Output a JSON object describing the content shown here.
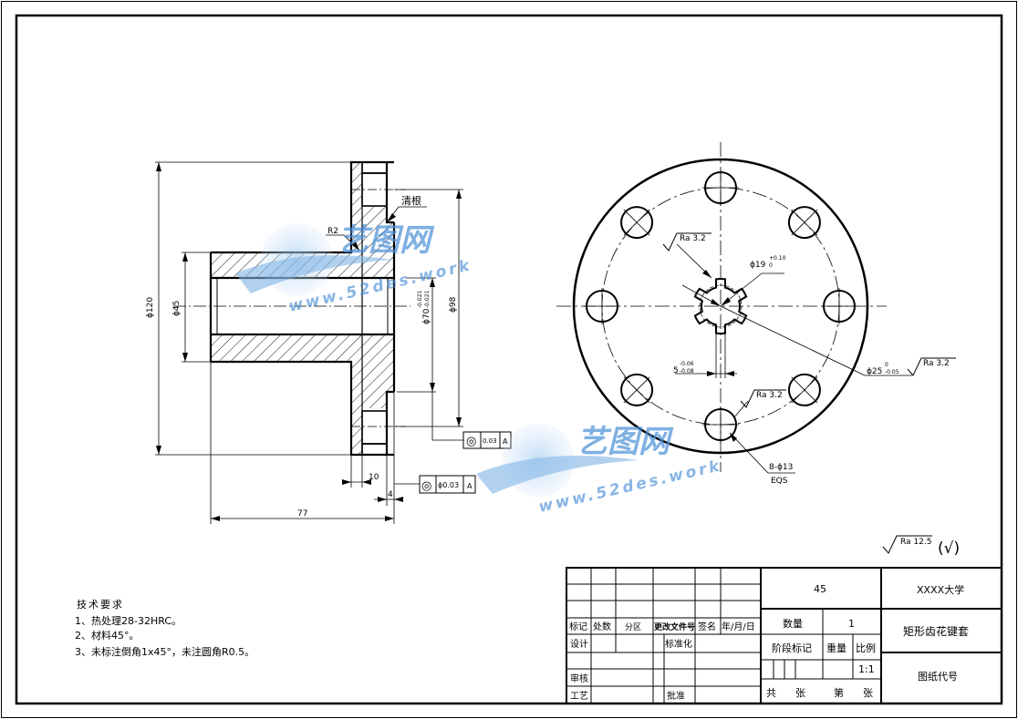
{
  "drawing": {
    "side_view": {
      "dia_outer": "ϕ120",
      "dia_bore": "ϕ45",
      "dia_pilot": "ϕ70",
      "dia_pilot_tol_upper": "-0.021",
      "dia_pilot_tol_lower": "-0.021",
      "dia_bolt_circle": "ϕ98",
      "weld_note": "清根",
      "radius": "R2",
      "len_total": "77",
      "len_flange": "10",
      "len_step": "4",
      "fcf1": {
        "symbol": "◎",
        "value": "0.03",
        "datum": "A"
      },
      "fcf2": {
        "symbol": "◎",
        "value": "ϕ0.03",
        "datum": "A"
      }
    },
    "front_view": {
      "spline_dia": "ϕ19",
      "spline_dia_tol_upper": "+0.10",
      "spline_dia_tol_lower": "0",
      "key_width": "5",
      "key_width_tol_upper": "-0.06",
      "key_width_tol_lower": "-0.08",
      "minor_dia": "ϕ25",
      "minor_dia_tol_upper": "0",
      "minor_dia_tol_lower": "-0.05",
      "holes": "8-ϕ13",
      "holes_note": "EQS",
      "ra_top": "Ra 3.2",
      "ra_right": "Ra 3.2",
      "ra_bottom": "Ra 3.2"
    },
    "general_roughness": {
      "value": "Ra 12.5",
      "note": "(√)"
    }
  },
  "watermark": {
    "brand": "艺图网",
    "url": "www.52des.work"
  },
  "tech_requirements": {
    "title": "技术要求",
    "items": [
      "1、热处理28-32HRC。",
      "2、材料45°。",
      "3、未标注倒角1x45°，未注圆角R0.5。"
    ]
  },
  "title_block": {
    "material": "45",
    "school": "XXXX大学",
    "part_name": "矩形齿花键套",
    "drawing_no_label": "图纸代号",
    "qty_label": "数量",
    "qty": "1",
    "stage_label": "阶段标记",
    "weight_label": "重量",
    "scale_label": "比例",
    "scale": "1:1",
    "sheets_total_label": "共",
    "sheets_unit1": "张",
    "sheet_num_label": "第",
    "sheets_unit2": "张",
    "rev_headers": [
      "标记",
      "处数",
      "分区",
      "更改文件号",
      "签名",
      "年/月/日"
    ],
    "design_label": "设计",
    "standard_label": "标准化",
    "check_label": "审核",
    "process_label": "工艺",
    "approve_label": "批准"
  }
}
